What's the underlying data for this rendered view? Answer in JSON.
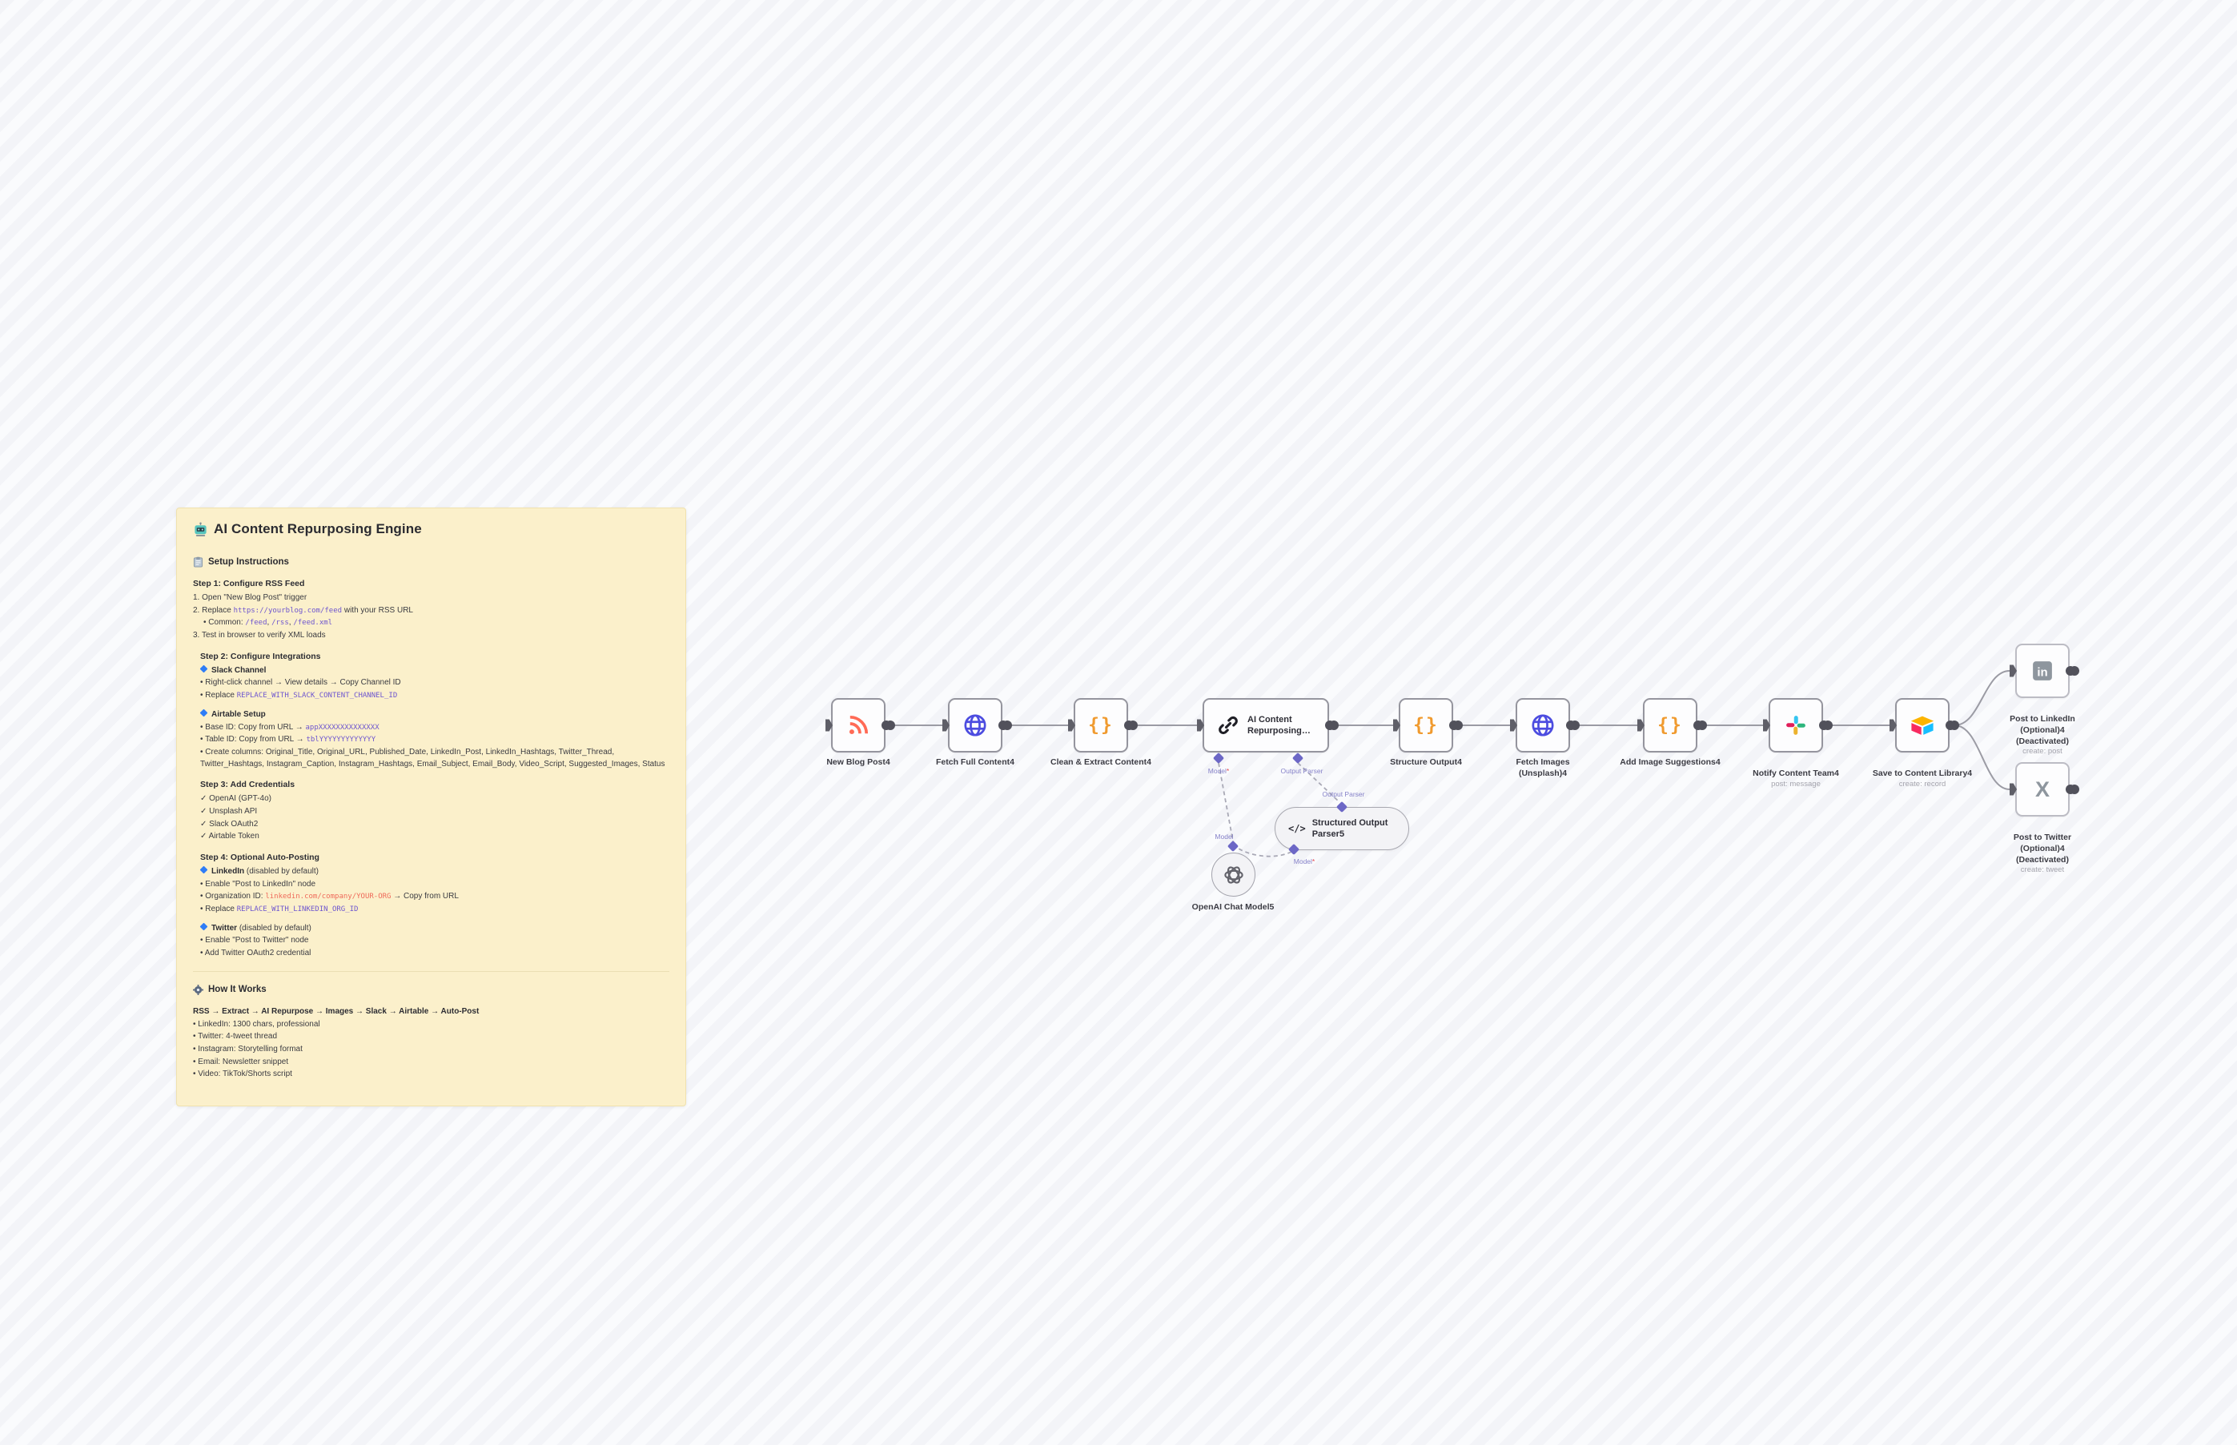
{
  "sticky": {
    "title": "AI Content Repurposing Engine",
    "setup_heading": "Setup Instructions",
    "step1": {
      "heading": "Step 1: Configure RSS Feed",
      "i1": "1. Open \"New Blog Post\" trigger",
      "i2_pre": "2. Replace ",
      "i2_code": "https://yourblog.com/feed",
      "i2_post": " with your RSS URL",
      "i2b_pre": "• Common: ",
      "i2b_c1": "/feed",
      "i2b_sep1": ", ",
      "i2b_c2": "/rss",
      "i2b_sep2": ", ",
      "i2b_c3": "/feed.xml",
      "i3": "3. Test in browser to verify XML loads"
    },
    "step2": {
      "heading": "Step 2: Configure Integrations",
      "slack_heading": "Slack Channel",
      "slack_i1": "• Right-click channel → View details → Copy Channel ID",
      "slack_i2_pre": "• Replace ",
      "slack_i2_code": "REPLACE_WITH_SLACK_CONTENT_CHANNEL_ID",
      "airtable_heading": "Airtable Setup",
      "air_i1_pre": "• Base ID: Copy from URL → ",
      "air_i1_code": "appXXXXXXXXXXXXXX",
      "air_i2_pre": "• Table ID: Copy from URL → ",
      "air_i2_code": "tblYYYYYYYYYYYYY",
      "air_i3": "• Create columns: Original_Title, Original_URL, Published_Date, LinkedIn_Post, LinkedIn_Hashtags, Twitter_Thread, Twitter_Hashtags, Instagram_Caption, Instagram_Hashtags, Email_Subject, Email_Body, Video_Script, Suggested_Images, Status"
    },
    "step3": {
      "heading": "Step 3: Add Credentials",
      "i1": "✓ OpenAI (GPT-4o)",
      "i2": "✓ Unsplash API",
      "i3": "✓ Slack OAuth2",
      "i4": "✓ Airtable Token"
    },
    "step4": {
      "heading": "Step 4: Optional Auto-Posting",
      "li_heading": "LinkedIn",
      "li_suffix": " (disabled by default)",
      "li_i1": "• Enable \"Post to LinkedIn\" node",
      "li_i2_pre": "• Organization ID: ",
      "li_i2_code": "linkedin.com/company/YOUR-ORG",
      "li_i2_post": " → Copy from URL",
      "li_i3_pre": "• Replace ",
      "li_i3_code": "REPLACE_WITH_LINKEDIN_ORG_ID",
      "tw_heading": "Twitter",
      "tw_suffix": " (disabled by default)",
      "tw_i1": "• Enable \"Post to Twitter\" node",
      "tw_i2": "• Add Twitter OAuth2 credential"
    },
    "how": {
      "heading": "How It Works",
      "flow": "RSS → Extract → AI Repurpose → Images → Slack → Airtable → Auto-Post",
      "i1": "• LinkedIn: 1300 chars, professional",
      "i2": "• Twitter: 4-tweet thread",
      "i3": "• Instagram: Storytelling format",
      "i4": "• Email: Newsletter snippet",
      "i5": "• Video: TikTok/Shorts script"
    }
  },
  "nodes": [
    {
      "label": "New Blog Post4",
      "icon": "rss-icon"
    },
    {
      "label": "Fetch Full Content4",
      "icon": "globe-icon"
    },
    {
      "label": "Clean & Extract Content4",
      "icon": "braces-icon"
    },
    {
      "label": "AI Content\nRepurposing…",
      "icon": "chain-link-icon"
    },
    {
      "label": "Structure Output4",
      "icon": "braces-icon"
    },
    {
      "label": "Fetch Images\n(Unsplash)4",
      "icon": "globe-icon"
    },
    {
      "label": "Add Image Suggestions4",
      "icon": "braces-icon"
    },
    {
      "label": "Notify Content Team4",
      "sublabel": "post: message",
      "icon": "slack-icon"
    },
    {
      "label": "Save to Content Library4",
      "sublabel": "create: record",
      "icon": "airtable-icon"
    },
    {
      "label": "Post to LinkedIn\n(Optional)4\n(Deactivated)",
      "sublabel": "create: post",
      "icon": "linkedin-icon",
      "deactivated": true
    },
    {
      "label": "Post to Twitter\n(Optional)4\n(Deactivated)",
      "sublabel": "create: tweet",
      "icon": "x-icon",
      "deactivated": true
    }
  ],
  "subnodes": {
    "openai_label": "OpenAI Chat Model5",
    "parser_label": "Structured Output\nParser5"
  },
  "connectors": {
    "model_label": "Model",
    "star": "*",
    "output_parser_label": "Output Parser"
  },
  "colors": {
    "sticky_bg": "#fbf0cb",
    "code_purple": "#6e56cf",
    "code_red": "#ef6a5a",
    "node_border": "#95959e",
    "wire_gray": "#9b9ba4",
    "diamond_purple": "#6c67c6",
    "rss_orange": "#ff6a55",
    "globe_indigo": "#4c4ce0",
    "braces_orange": "#f09a2e",
    "slack_blue": "#36C5F0",
    "slack_green": "#2EB67D",
    "slack_yellow": "#ECB22E",
    "slack_red": "#E01E5A",
    "airtable_yellow": "#FCB400",
    "airtable_pink": "#F82B60",
    "airtable_blue": "#18BFFF",
    "deactivated_gray": "#8e969e"
  }
}
